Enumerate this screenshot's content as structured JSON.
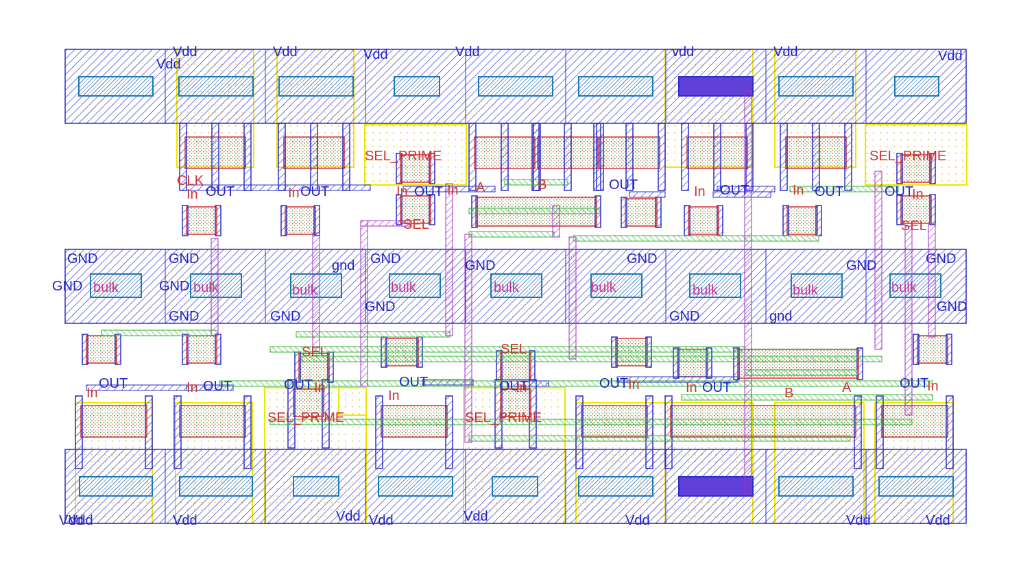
{
  "layout_name": "",
  "colors": {
    "metal1": "#2d2dc8",
    "metal2": "#a032c8",
    "poly": "#d23232",
    "diffusion": "#32b432",
    "nwell": "#f0e600",
    "contact": "#1e78b4",
    "well_fill": "#ffd278"
  },
  "rails": {
    "vdd_top": [
      "Vdd",
      "Vdd",
      "Vdd",
      "Vdd",
      "vdd",
      "Vdd",
      "Vdd",
      "Vdd"
    ],
    "gnd_mid": [
      "GND",
      "GND",
      "GND",
      "GND",
      "GND",
      "GND",
      "GND",
      "GND",
      "gnd",
      "GND",
      "GND",
      "GND",
      "GND",
      "gnd",
      "GND",
      "GND"
    ],
    "vdd_bottom": [
      "Vdd",
      "Vdd",
      "Vdd",
      "Vdd",
      "Vdd",
      "Vdd",
      "Vdd",
      "Vdd",
      "Vdd"
    ]
  },
  "bulk_labels": [
    "bulk",
    "bulk",
    "bulk",
    "bulk",
    "bulk",
    "bulk",
    "bulk",
    "bulk",
    "bulk"
  ],
  "signal_labels": {
    "top": [
      "CLK",
      "In",
      "OUT",
      "In",
      "OUT",
      "SEL_PRIME",
      "In",
      "OUT",
      "In",
      "SEL",
      "A",
      "B",
      "OUT",
      "In",
      "OUT",
      "In",
      "OUT",
      "OUT",
      "In",
      "SEL_PRIME",
      "SEL"
    ],
    "bottom": [
      "In",
      "OUT",
      "In",
      "OUT",
      "SEL",
      "OUT",
      "In",
      "SEL_PRIME",
      "In",
      "OUT",
      "SEL",
      "OUT",
      "In",
      "SEL_PRIME",
      "OUT",
      "In",
      "In",
      "OUT",
      "B",
      "A",
      "OUT",
      "In"
    ]
  }
}
